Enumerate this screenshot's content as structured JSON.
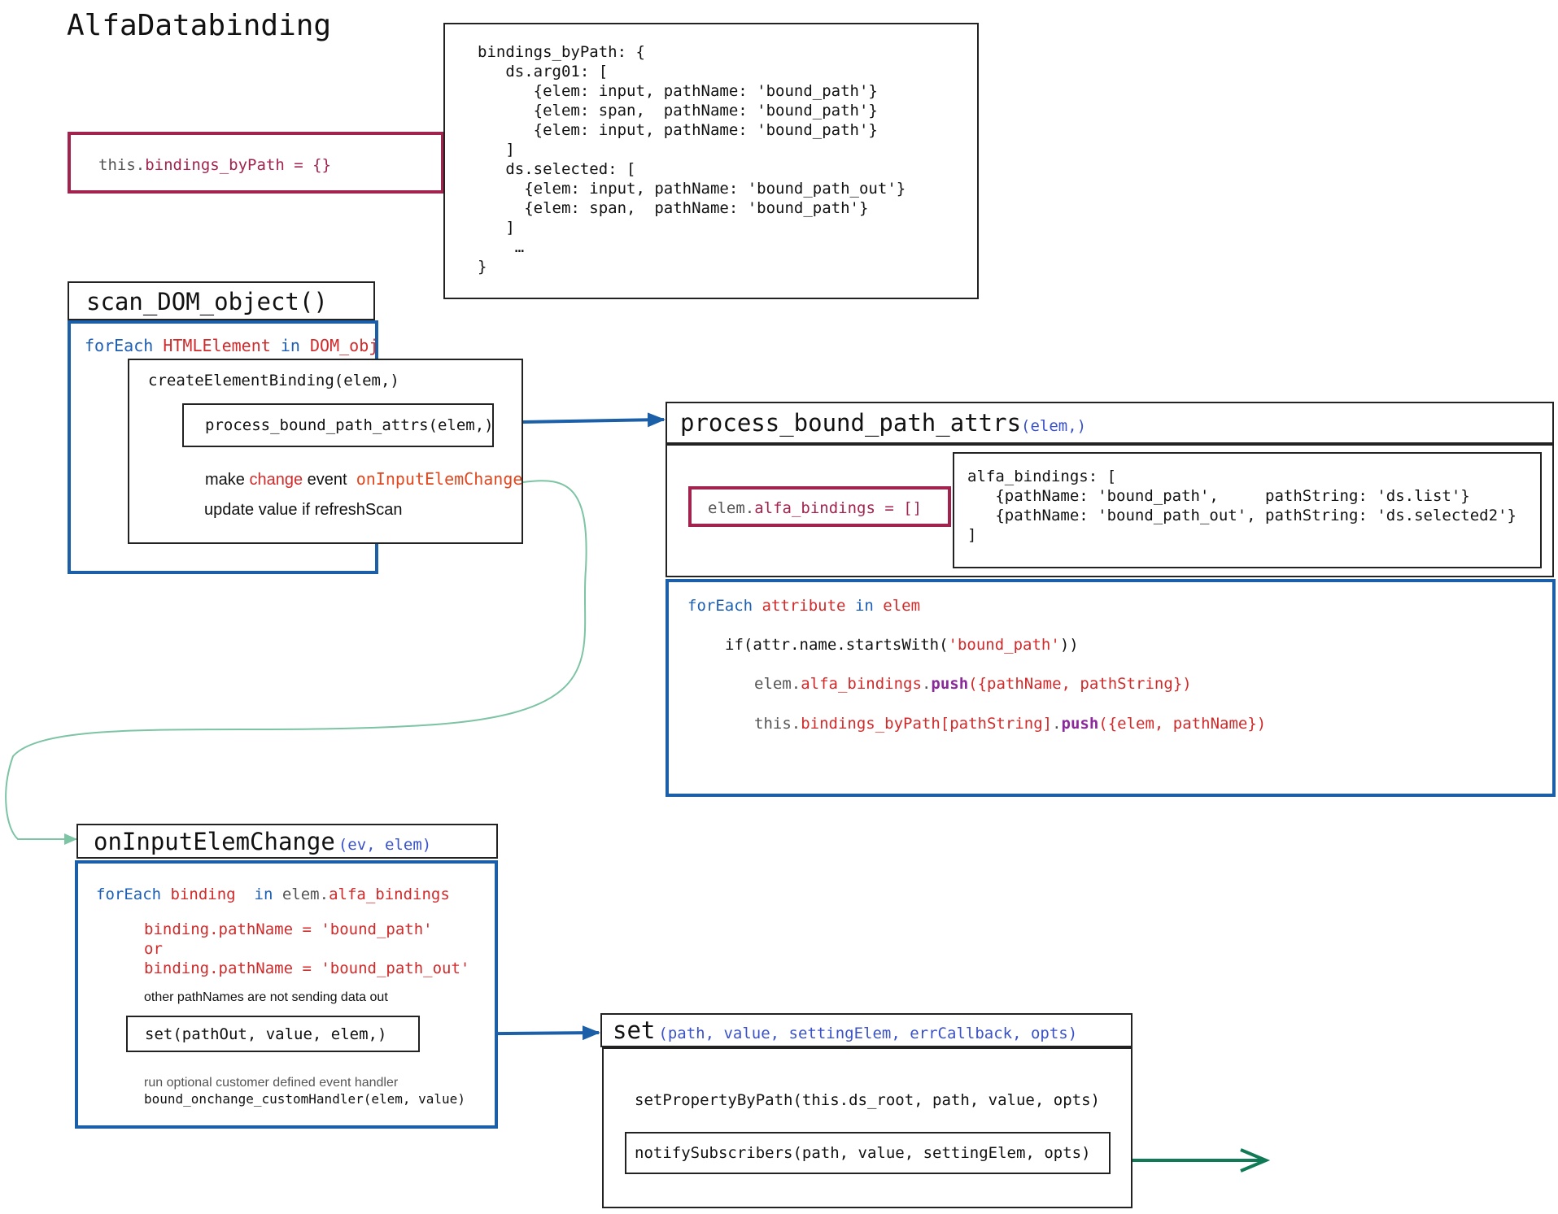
{
  "title": "AlfaDatabinding",
  "bindings_init": {
    "obj": "this",
    "dot": ".",
    "expr": "bindings_byPath = {}"
  },
  "bindings_example": {
    "lines": [
      "bindings_byPath: {",
      "   ds.arg01: [",
      "      {elem: input, pathName: 'bound_path'}",
      "      {elem: span,  pathName: 'bound_path'}",
      "      {elem: input, pathName: 'bound_path'}",
      "   ]",
      "   ds.selected: [",
      "     {elem: input, pathName: 'bound_path_out'}",
      "     {elem: span,  pathName: 'bound_path'}",
      "   ]",
      "    …",
      "}"
    ]
  },
  "scan": {
    "title": "scan_DOM_object()",
    "foreach": {
      "kw": "forEach",
      "item": "HTMLElement",
      "in": "in",
      "src": "DOM_obj"
    },
    "create": "createElementBinding(elem,)",
    "process_call": "process_bound_path_attrs(elem,)",
    "make_event": {
      "pre": "make",
      "word": "change",
      "mid": "event",
      "handler": "onInputElemChange"
    },
    "update": "update value if refreshScan"
  },
  "process": {
    "title": "process_bound_path_attrs",
    "params": "(elem,)",
    "init": {
      "obj": "elem",
      "dot": ".",
      "expr": "alfa_bindings = []"
    },
    "example": {
      "lines": [
        "alfa_bindings: [",
        "   {pathName: 'bound_path',     pathString: 'ds.list'}",
        "   {pathName: 'bound_path_out', pathString: 'ds.selected2'}",
        "]"
      ]
    },
    "foreach": {
      "kw": "forEach",
      "item": "attribute",
      "in": "in",
      "src": "elem"
    },
    "if_line": {
      "pre": "if(attr.name.startsWith(",
      "str": "'bound_path'",
      "post": "))"
    },
    "push1": {
      "obj": "elem",
      "dot": ".",
      "prop": "alfa_bindings",
      "dot2": ".",
      "fn": "push",
      "args": "({pathName, pathString})"
    },
    "push2": {
      "obj": "this",
      "dot": ".",
      "prop": "bindings_byPath[pathString]",
      "dot2": ".",
      "fn": "push",
      "args": "({elem, pathName})"
    }
  },
  "onchange": {
    "title": "onInputElemChange",
    "params": "(ev, elem)",
    "foreach": {
      "kw": "forEach",
      "item": "binding",
      "in": "in",
      "obj": "elem",
      "dot": ".",
      "src": "alfa_bindings"
    },
    "cond1": "binding.pathName = 'bound_path'",
    "or": "or",
    "cond2": "binding.pathName = 'bound_path_out'",
    "note": "other pathNames are not sending data out",
    "set_call": "set(pathOut, value, elem,)",
    "custom_note": "run optional customer defined event handler",
    "custom_call": "bound_onchange_customHandler(elem, value)"
  },
  "set_fn": {
    "title": "set",
    "params": "(path, value, settingElem, errCallback, opts)",
    "line1": "setPropertyByPath(this.ds_root, path, value, opts)",
    "notify": "notifySubscribers(path, value, settingElem, opts)"
  },
  "colors": {
    "blue_frame": "#1a5fa8",
    "magenta_frame": "#a3234f",
    "arrow_blue": "#1a5fa8",
    "arrow_green": "#0f7a55",
    "curve_green": "#7cc4a4"
  }
}
